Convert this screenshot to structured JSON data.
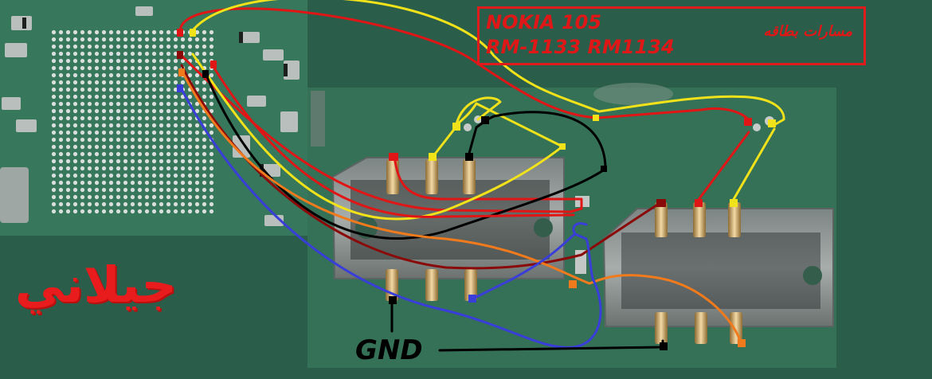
{
  "header": {
    "model_line1": "NOKIA 105",
    "model_line2": "RM-1133  RM1134",
    "subtitle_ar": "مسارات بطاقه"
  },
  "labels": {
    "ground": "GND"
  },
  "signature": {
    "text_ar": "جيلاني"
  },
  "colors": {
    "background": "#2a5e4b",
    "board": "#3a7a5e",
    "trace_red": "#e01616",
    "trace_dark_red": "#8a0a0a",
    "trace_yellow": "#f2e21a",
    "trace_black": "#000000",
    "trace_orange": "#f07a1c",
    "trace_blue": "#3a3ed8"
  }
}
